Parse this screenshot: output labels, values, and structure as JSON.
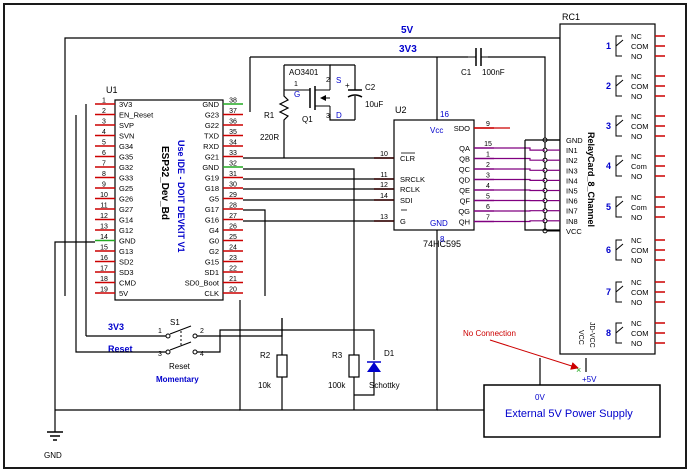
{
  "colors": {
    "wire": "#000000",
    "pin": "#cc0000",
    "pin_gnd": "#22aa22",
    "bus": "#800080",
    "label_blue": "#0000cc",
    "note_red": "#cc0000",
    "frame": "#1a1a1a"
  },
  "nets": {
    "v5": "5V",
    "v3": "3V3",
    "gnd": "GND"
  },
  "u1": {
    "ref": "U1",
    "title": "ESP32_Dev_Bd",
    "subtitle": "Use IDE - DOIT DEVKIT V1",
    "left_pins": [
      {
        "num": "1",
        "name": "3V3"
      },
      {
        "num": "2",
        "name": "EN_Reset"
      },
      {
        "num": "3",
        "name": "SVP"
      },
      {
        "num": "4",
        "name": "SVN"
      },
      {
        "num": "5",
        "name": "G34"
      },
      {
        "num": "6",
        "name": "G35"
      },
      {
        "num": "7",
        "name": "G32"
      },
      {
        "num": "8",
        "name": "G33"
      },
      {
        "num": "9",
        "name": "G25"
      },
      {
        "num": "10",
        "name": "G26"
      },
      {
        "num": "11",
        "name": "G27"
      },
      {
        "num": "12",
        "name": "G14"
      },
      {
        "num": "13",
        "name": "G12"
      },
      {
        "num": "14",
        "name": "GND"
      },
      {
        "num": "15",
        "name": "G13"
      },
      {
        "num": "16",
        "name": "SD2"
      },
      {
        "num": "17",
        "name": "SD3"
      },
      {
        "num": "18",
        "name": "CMD"
      },
      {
        "num": "19",
        "name": "5V"
      }
    ],
    "right_pins": [
      {
        "num": "38",
        "name": "GND"
      },
      {
        "num": "37",
        "name": "G23"
      },
      {
        "num": "36",
        "name": "G22"
      },
      {
        "num": "35",
        "name": "TXD"
      },
      {
        "num": "34",
        "name": "RXD"
      },
      {
        "num": "33",
        "name": "G21"
      },
      {
        "num": "32",
        "name": "GND"
      },
      {
        "num": "31",
        "name": "G19"
      },
      {
        "num": "30",
        "name": "G18"
      },
      {
        "num": "29",
        "name": "G5"
      },
      {
        "num": "28",
        "name": "G17"
      },
      {
        "num": "27",
        "name": "G16"
      },
      {
        "num": "26",
        "name": "G4"
      },
      {
        "num": "25",
        "name": "G0"
      },
      {
        "num": "24",
        "name": "G2"
      },
      {
        "num": "23",
        "name": "G15"
      },
      {
        "num": "22",
        "name": "SD1"
      },
      {
        "num": "21",
        "name": "SD0_Boot"
      },
      {
        "num": "20",
        "name": "CLK"
      }
    ]
  },
  "u2": {
    "ref": "U2",
    "part": "74HC595",
    "vcc": "Vcc",
    "vcc_pin": "16",
    "gnd": "GND",
    "gnd_pin": "8",
    "left_pins": [
      {
        "num": "10",
        "name": "CLR"
      },
      {
        "num": "11",
        "name": "SRCLK"
      },
      {
        "num": "12",
        "name": "RCLK"
      },
      {
        "num": "14",
        "name": "SDI"
      },
      {
        "num": "13",
        "name": "G"
      }
    ],
    "right_pins": [
      {
        "num": "9",
        "name": "SDO"
      },
      {
        "num": "15",
        "name": "QA"
      },
      {
        "num": "1",
        "name": "QB"
      },
      {
        "num": "2",
        "name": "QC"
      },
      {
        "num": "3",
        "name": "QD"
      },
      {
        "num": "4",
        "name": "QE"
      },
      {
        "num": "5",
        "name": "QF"
      },
      {
        "num": "6",
        "name": "QG"
      },
      {
        "num": "7",
        "name": "QH"
      }
    ]
  },
  "rc1": {
    "ref": "RC1",
    "title": "RelayCard_8_Channel",
    "pins": [
      "GND",
      "IN1",
      "IN2",
      "IN3",
      "IN4",
      "IN5",
      "IN6",
      "IN7",
      "IN8",
      "VCC"
    ],
    "relays": [
      "1",
      "2",
      "3",
      "4",
      "5",
      "6",
      "7",
      "8"
    ],
    "contacts": [
      "NC",
      "COM",
      "NO",
      "Com"
    ],
    "jd_vcc": "JD-VCC",
    "vcc": "VCC"
  },
  "q1": {
    "part": "AO3401",
    "ref": "Q1",
    "g": "G",
    "s": "S",
    "d": "D",
    "p1": "1",
    "p2": "2",
    "p3": "3"
  },
  "c1": {
    "ref": "C1",
    "value": "100nF"
  },
  "c2": {
    "ref": "C2",
    "value": "10uF"
  },
  "r1": {
    "ref": "R1",
    "value": "220R"
  },
  "r2": {
    "ref": "R2",
    "value": "10k"
  },
  "r3": {
    "ref": "R3",
    "value": "100k"
  },
  "d1": {
    "ref": "D1",
    "value": "Schottky"
  },
  "s1": {
    "ref": "S1",
    "pins": [
      "1",
      "2",
      "3",
      "4"
    ],
    "line1": "3V3",
    "line2": "Reset",
    "name": "Reset",
    "type": "Momentary"
  },
  "psu": {
    "label": "External 5V Power Supply",
    "v0": "0V",
    "v5": "+5V"
  },
  "note": {
    "text": "No Connection"
  }
}
